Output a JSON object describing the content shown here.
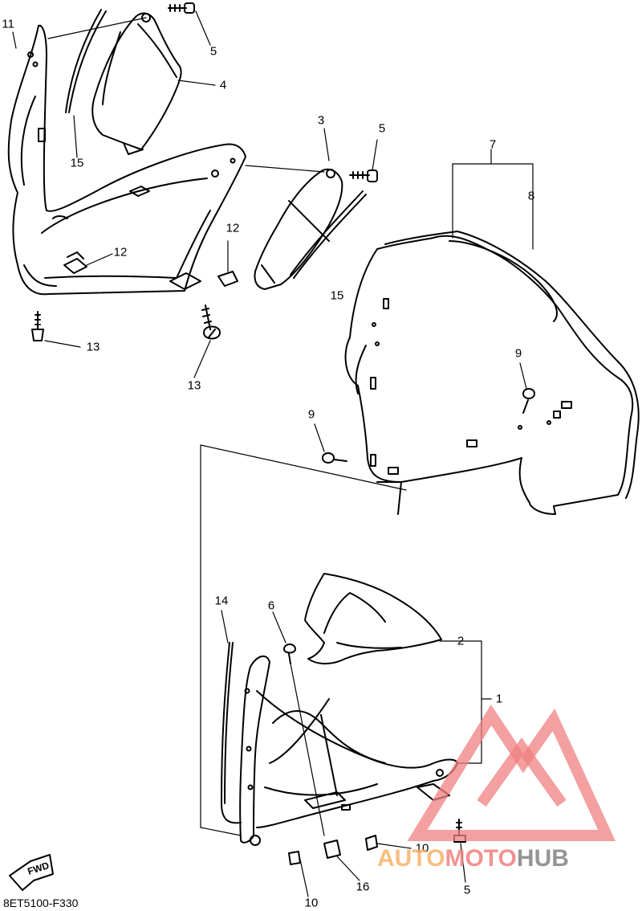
{
  "diagram": {
    "callouts": [
      "11",
      "5",
      "4",
      "15",
      "3",
      "5",
      "7",
      "8",
      "15",
      "12",
      "12",
      "13",
      "13",
      "9",
      "9",
      "14",
      "6",
      "2",
      "1",
      "10",
      "10",
      "5",
      "16"
    ],
    "fwd_label": "FWD",
    "drawing_code": "8ET5100-F330"
  },
  "watermark": {
    "part1": "AUTO",
    "part2": "MOTO",
    "part3": "HUB",
    "colors": {
      "auto": "#f7b26a",
      "moto": "#f08080",
      "hub": "#8a8a8a",
      "triangle": "#f08080"
    }
  }
}
